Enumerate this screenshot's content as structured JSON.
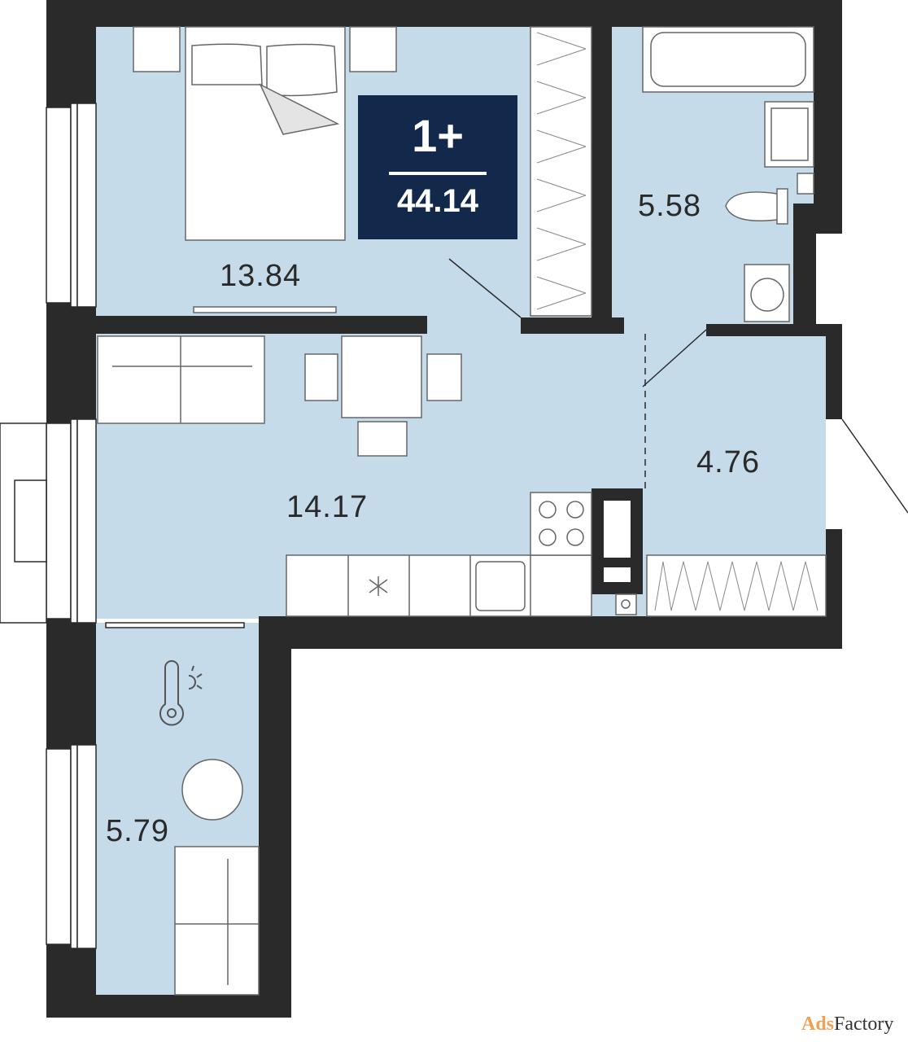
{
  "apartment": {
    "rooms": "1+",
    "total_area": "44.14"
  },
  "rooms": [
    {
      "name": "bedroom",
      "area": "13.84"
    },
    {
      "name": "bathroom",
      "area": "5.58"
    },
    {
      "name": "hallway",
      "area": "4.76"
    },
    {
      "name": "living-kitchen",
      "area": "14.17"
    },
    {
      "name": "balcony",
      "area": "5.79"
    }
  ],
  "watermark": {
    "part1": "Ads",
    "part2": "Factory"
  },
  "colors": {
    "wall": "#2a2a2a",
    "floor": "#c5dbea",
    "badge": "#13294b"
  }
}
